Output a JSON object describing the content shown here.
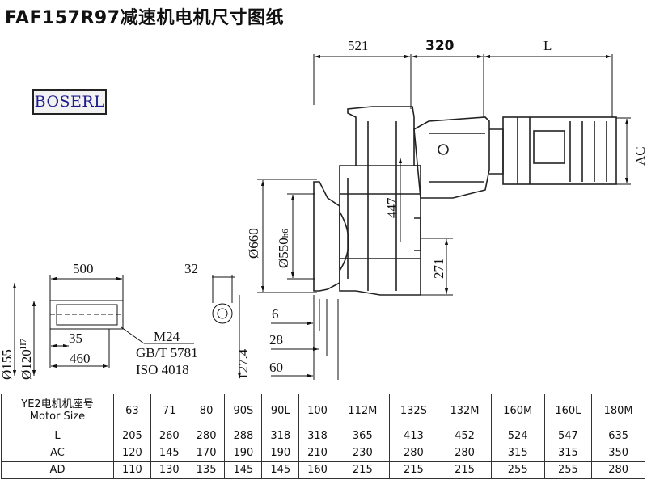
{
  "title": "FAF157R97减速机电机尺寸图纸",
  "logo": "BOSERL",
  "dims": {
    "d521": "521",
    "d320": "320",
    "dL": "L",
    "dAC": "AC",
    "d447": "447",
    "d660": "Ø660",
    "d550": "Ø550",
    "d550_tol": "h6",
    "d271": "271",
    "d6": "6",
    "d28": "28",
    "d60": "60",
    "d1274": "127.4",
    "d500": "500",
    "d32": "32",
    "d35": "35",
    "d460": "460",
    "d155": "Ø155",
    "d120": "Ø120",
    "d120_tol": "H7",
    "note1": "M24",
    "note2": "GB/T 5781",
    "note3": "ISO 4018"
  },
  "table": {
    "header_line1": "YE2电机机座号",
    "header_line2": "Motor Size",
    "sizes": [
      "63",
      "71",
      "80",
      "90S",
      "90L",
      "100",
      "112M",
      "132S",
      "132M",
      "160M",
      "160L",
      "180M"
    ],
    "rows": [
      {
        "label": "L",
        "values": [
          "205",
          "260",
          "280",
          "288",
          "318",
          "318",
          "365",
          "413",
          "452",
          "524",
          "547",
          "635"
        ]
      },
      {
        "label": "AC",
        "values": [
          "120",
          "145",
          "170",
          "190",
          "190",
          "210",
          "230",
          "280",
          "280",
          "315",
          "315",
          "350"
        ]
      },
      {
        "label": "AD",
        "values": [
          "110",
          "130",
          "135",
          "145",
          "145",
          "160",
          "215",
          "215",
          "215",
          "255",
          "255",
          "280"
        ]
      }
    ]
  }
}
